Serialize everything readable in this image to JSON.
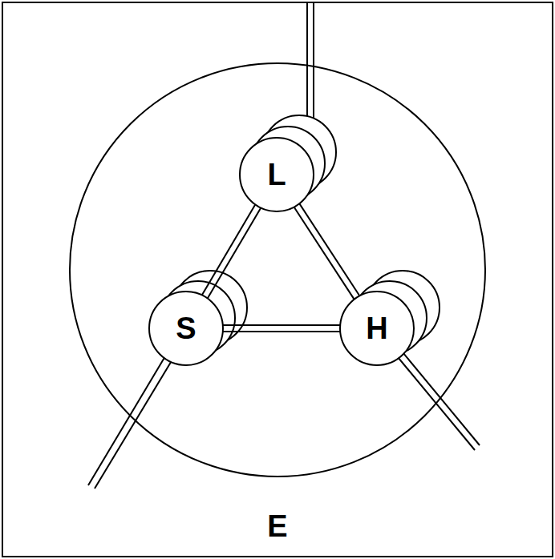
{
  "diagram": {
    "nodes": [
      {
        "text": [
          "E"
        ]
      },
      {
        "text": [
          "L"
        ],
        "in": 0
      },
      {
        "text": [
          "S"
        ],
        "in": 0
      },
      {
        "text": [
          "H"
        ],
        "in": 0
      }
    ],
    "edges": [
      {
        "from": 1,
        "to": 2,
        "arrow": "none"
      },
      {
        "from": 2,
        "to": 3,
        "arrow": "none"
      },
      {
        "from": 1,
        "to": 3,
        "arrow": "none"
      }
    ]
  }
}
